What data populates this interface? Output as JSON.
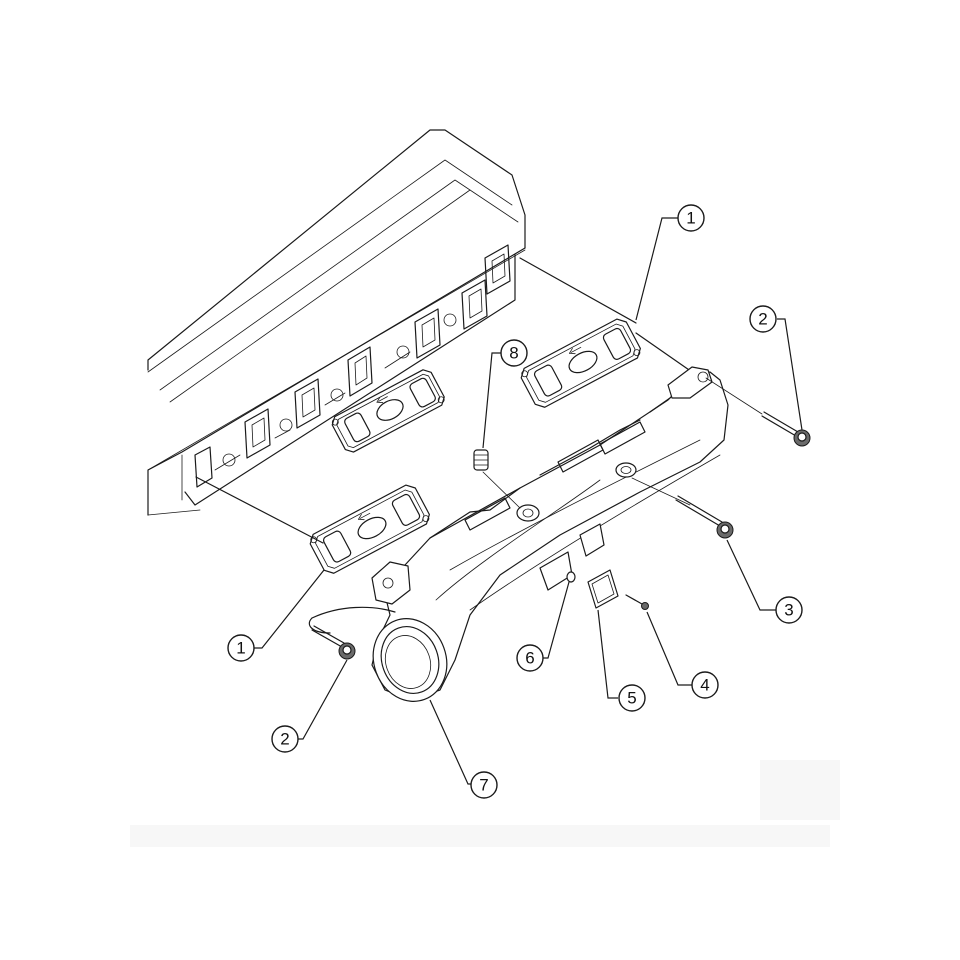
{
  "callouts": [
    {
      "id": "c1a",
      "label": "1"
    },
    {
      "id": "c1b",
      "label": "1"
    },
    {
      "id": "c2a",
      "label": "2"
    },
    {
      "id": "c2b",
      "label": "2"
    },
    {
      "id": "c3",
      "label": "3"
    },
    {
      "id": "c4",
      "label": "4"
    },
    {
      "id": "c5",
      "label": "5"
    },
    {
      "id": "c6",
      "label": "6"
    },
    {
      "id": "c7",
      "label": "7"
    },
    {
      "id": "c8",
      "label": "8"
    }
  ],
  "colors": {
    "line": "#1a1a1a",
    "background": "#ffffff",
    "dark_fill": "#6a6a6a"
  }
}
